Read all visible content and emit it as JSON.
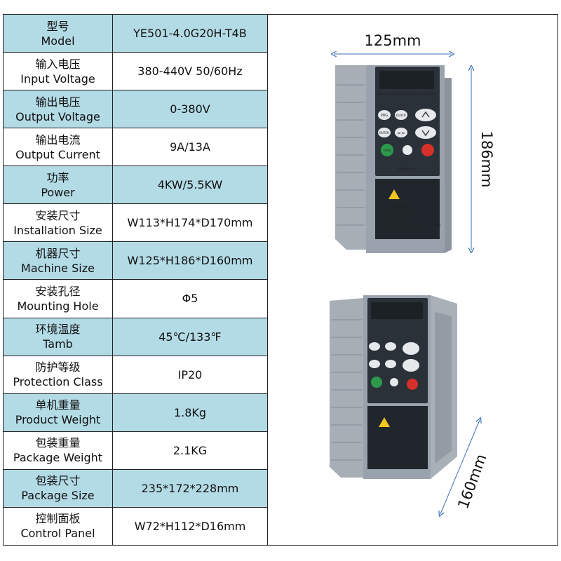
{
  "specs": [
    {
      "zh": "型号",
      "en": "Model",
      "value": "YE501-4.0G20H-T4B"
    },
    {
      "zh": "输入电压",
      "en": "Input Voltage",
      "value": "380-440V 50/60Hz"
    },
    {
      "zh": "输出电压",
      "en": "Output Voltage",
      "value": "0-380V"
    },
    {
      "zh": "输出电流",
      "en": "Output Current",
      "value": "9A/13A"
    },
    {
      "zh": "功率",
      "en": "Power",
      "value": "4KW/5.5KW"
    },
    {
      "zh": "安装尺寸",
      "en": "Installation Size",
      "value": "W113*H174*D170mm"
    },
    {
      "zh": "机器尺寸",
      "en": "Machine Size",
      "value": "W125*H186*D160mm"
    },
    {
      "zh": "安装孔径",
      "en": "Mounting Hole",
      "value": "Φ5"
    },
    {
      "zh": "环境温度",
      "en": "Tamb",
      "value": "45℃/133℉"
    },
    {
      "zh": "防护等级",
      "en": "Protection Class",
      "value": "IP20"
    },
    {
      "zh": "单机重量",
      "en": "Product Weight",
      "value": "1.8Kg"
    },
    {
      "zh": "包装重量",
      "en": "Package Weight",
      "value": "2.1KG"
    },
    {
      "zh": "包装尺寸",
      "en": "Package Size",
      "value": "235*172*228mm"
    },
    {
      "zh": "控制面板",
      "en": "Control Panel",
      "value": "W72*H112*D16mm"
    }
  ],
  "dimensions": {
    "width": "125mm",
    "height": "186mm",
    "depth": "160mm"
  },
  "device": {
    "buttons": {
      "prg": "PRG",
      "quick": "QUICK",
      "enter": "ENTER",
      "run": "RUN",
      "shift": ">>"
    },
    "indicators": "RUN   LOCAL/REMOT FWD/REV   TUNE/TC",
    "brand": "Yongsen",
    "warning_title": "WARNING",
    "warning_lines": [
      "Risk of electric shock",
      "Wait 10 mins power down before",
      "removing cover",
      "Read the manual and follow the safety",
      "instructions before use"
    ]
  },
  "colors": {
    "row_shade": "#b3dbe6",
    "device_body": "#9aa3ad",
    "panel": "#2a3138",
    "run_green": "#2c9a4a",
    "stop_red": "#d6302b",
    "warning_yellow": "#f2c51f"
  }
}
